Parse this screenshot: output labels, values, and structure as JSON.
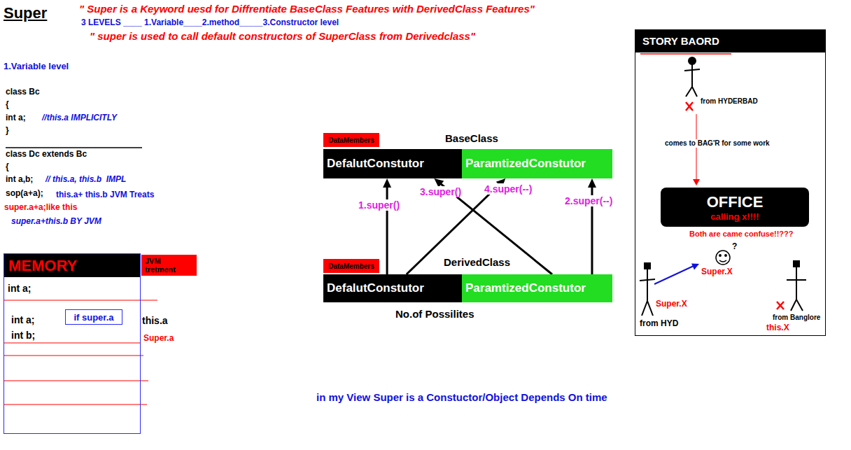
{
  "diagram": {
    "title": "Super",
    "nodes": [
      {
        "text": [
          "STORY BAORD"
        ]
      },
      {
        "text": [
          "DataMembers"
        ]
      },
      {
        "text": [
          "DefalutConstutor"
        ]
      },
      {
        "text": [
          "ParamtizedConstutor"
        ]
      },
      {
        "text": [
          "OFFICE",
          "calling x!!!!"
        ],
        "in": 0
      },
      {
        "text": [
          "MEMORY"
        ]
      },
      {
        "text": [
          "JVM tretment"
        ]
      },
      {
        "text": [
          "DataMembers"
        ]
      },
      {
        "text": [
          "DefalutConstutor"
        ]
      },
      {
        "text": [
          "ParamtizedConstutor"
        ]
      },
      {
        "text": [
          "if super.a"
        ],
        "in": 5
      }
    ],
    "edges": [
      {
        "from": 8,
        "to": 2,
        "arrow": "to",
        "label": "1.super()"
      },
      {
        "from": 9,
        "to": 3,
        "arrow": "to",
        "label": "2.super(--)"
      },
      {
        "from": 9,
        "to": 2,
        "arrow": "to",
        "label": "3.super()"
      },
      {
        "from": 8,
        "to": 3,
        "arrow": "to",
        "label": "4.super(--)"
      }
    ],
    "labels": [
      "\" Super is a Keyword uesd for Diffrentiate BaseClass Features with DerivedClass Features\"",
      "3 LEVELS ____ 1.Variable____2.method_____3.Constructor level",
      "\" super is used to call default constructors of SuperClass from Derivedclass\"",
      "1.Variable level",
      "class Bc",
      "{",
      "int a;",
      "//this.a IMPLICITLY",
      "}",
      "class Dc extends Bc",
      "{",
      "int a,b;",
      "// this.a, this.b  IMPL",
      "sop(a+a);",
      "this.a+ this.b JVM Treats",
      "super.a+a;like this",
      "super.a+this.b BY JVM",
      "int a;",
      "int a;",
      "int b;",
      "this.a",
      "Super.a",
      "BaseClass",
      "DerivedClass",
      "No.of Possilites",
      "from HYDERBAD",
      "comes to BAG'R for some work",
      "Both are came confuse!!???",
      "Super.X",
      "Super.X",
      "from HYD",
      "from Banglore",
      "this.X",
      "in my View Super is a Constuctor/Object Depends On time",
      "?"
    ]
  }
}
